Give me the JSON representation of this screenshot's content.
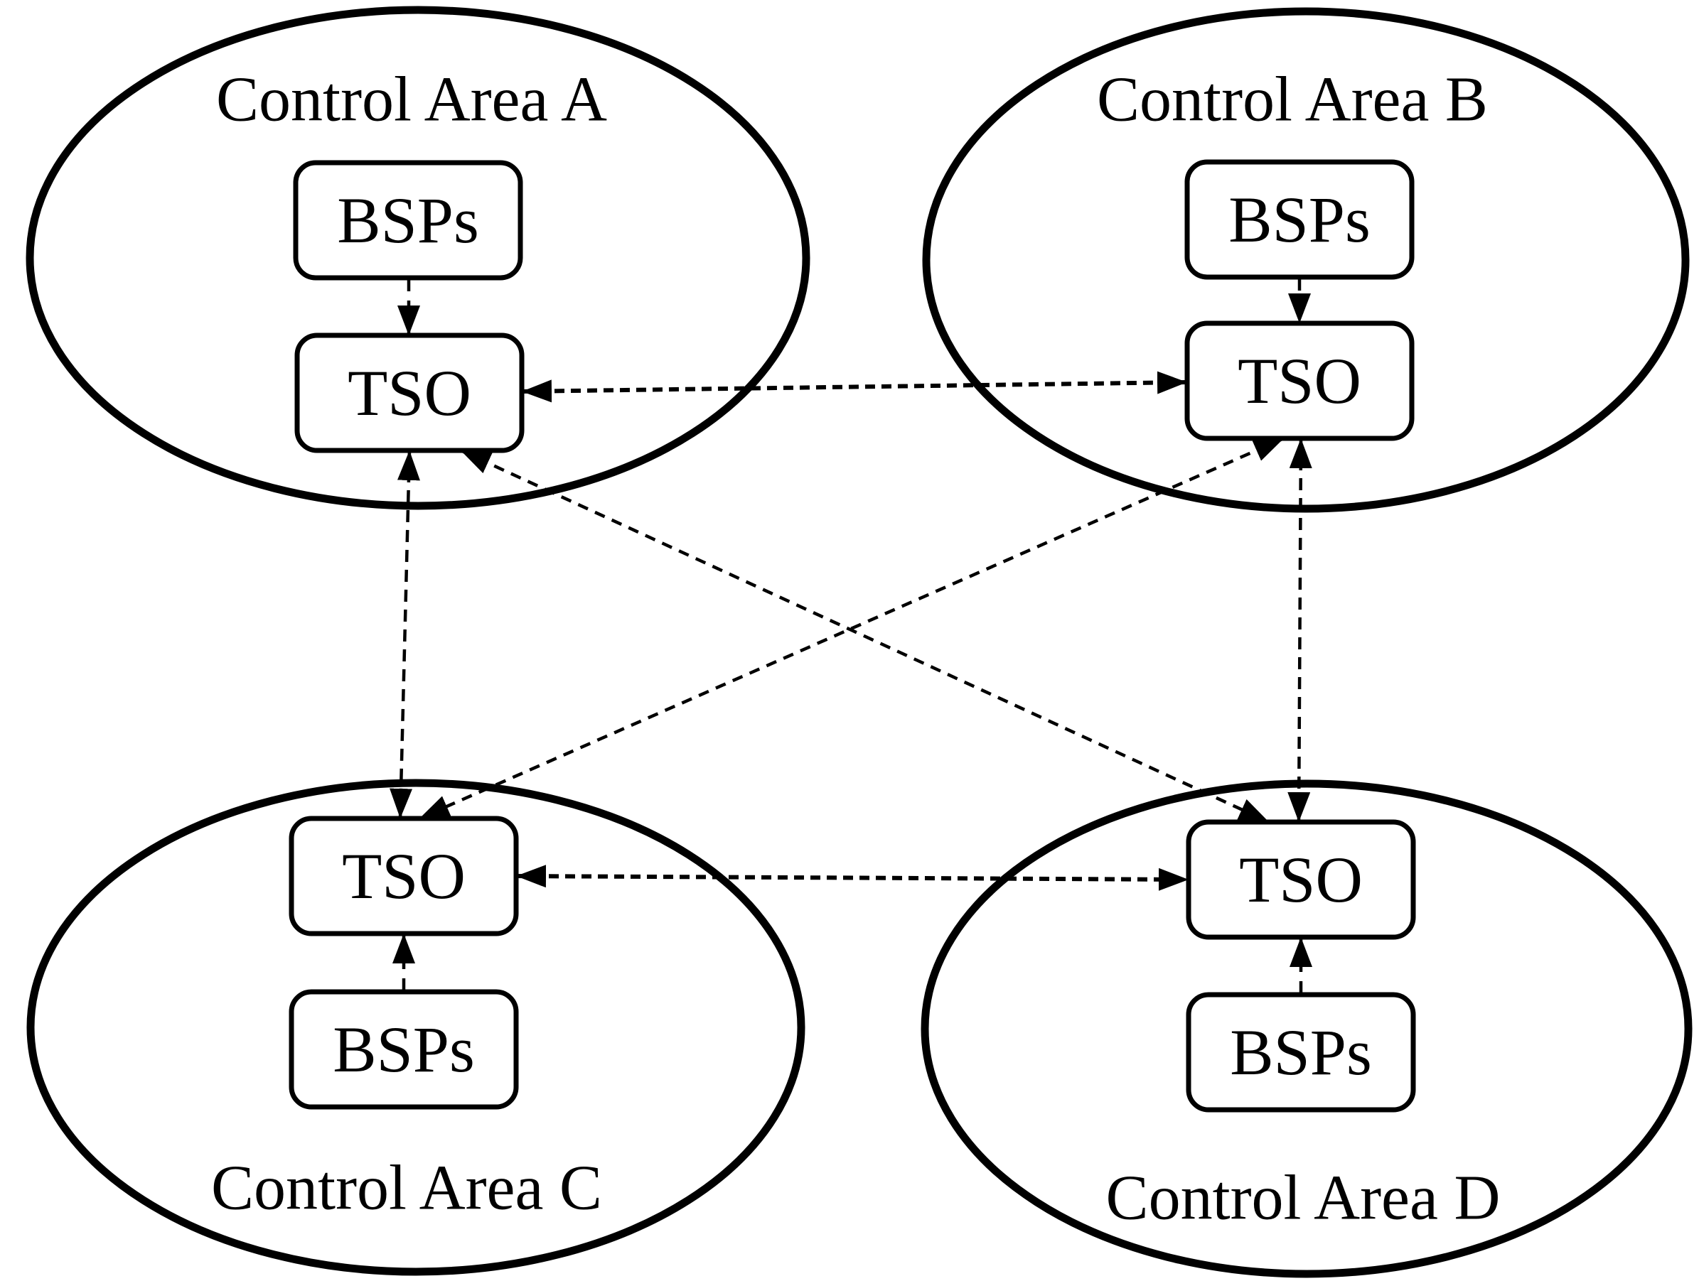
{
  "diagram": {
    "type": "inter-area coordination scheme",
    "colors": {
      "ink": "#000000",
      "background": "#ffffff"
    },
    "areas": [
      {
        "name": "control-area-a",
        "title": "Control Area A",
        "title_position": "top",
        "nodes": [
          {
            "label": "BSPs"
          },
          {
            "label": "TSO"
          }
        ],
        "internal_flow": "BSPs to TSO (dashed arrow)"
      },
      {
        "name": "control-area-b",
        "title": "Control Area B",
        "title_position": "top",
        "nodes": [
          {
            "label": "BSPs"
          },
          {
            "label": "TSO"
          }
        ],
        "internal_flow": "BSPs to TSO (dashed arrow)"
      },
      {
        "name": "control-area-c",
        "title": "Control Area C",
        "title_position": "bottom",
        "nodes": [
          {
            "label": "TSO"
          },
          {
            "label": "BSPs"
          }
        ],
        "internal_flow": "BSPs to TSO (dashed arrow)"
      },
      {
        "name": "control-area-d",
        "title": "Control Area D",
        "title_position": "bottom",
        "nodes": [
          {
            "label": "TSO"
          },
          {
            "label": "BSPs"
          }
        ],
        "internal_flow": "BSPs to TSO (dashed arrow)"
      }
    ],
    "connections": [
      {
        "from": "TSO A",
        "to": "TSO B",
        "bidirectional": true,
        "style": "dashed"
      },
      {
        "from": "TSO C",
        "to": "TSO D",
        "bidirectional": true,
        "style": "dashed"
      },
      {
        "from": "TSO A",
        "to": "TSO C",
        "bidirectional": true,
        "style": "dashed"
      },
      {
        "from": "TSO B",
        "to": "TSO D",
        "bidirectional": true,
        "style": "dashed"
      },
      {
        "from": "TSO A",
        "to": "TSO D",
        "bidirectional": true,
        "style": "dashed"
      },
      {
        "from": "TSO B",
        "to": "TSO C",
        "bidirectional": true,
        "style": "dashed"
      },
      {
        "from": "BSPs A",
        "to": "TSO A",
        "bidirectional": false,
        "style": "dashed"
      },
      {
        "from": "BSPs B",
        "to": "TSO B",
        "bidirectional": false,
        "style": "dashed"
      },
      {
        "from": "BSPs C",
        "to": "TSO C",
        "bidirectional": false,
        "style": "dashed"
      },
      {
        "from": "BSPs D",
        "to": "TSO D",
        "bidirectional": false,
        "style": "dashed"
      }
    ]
  }
}
